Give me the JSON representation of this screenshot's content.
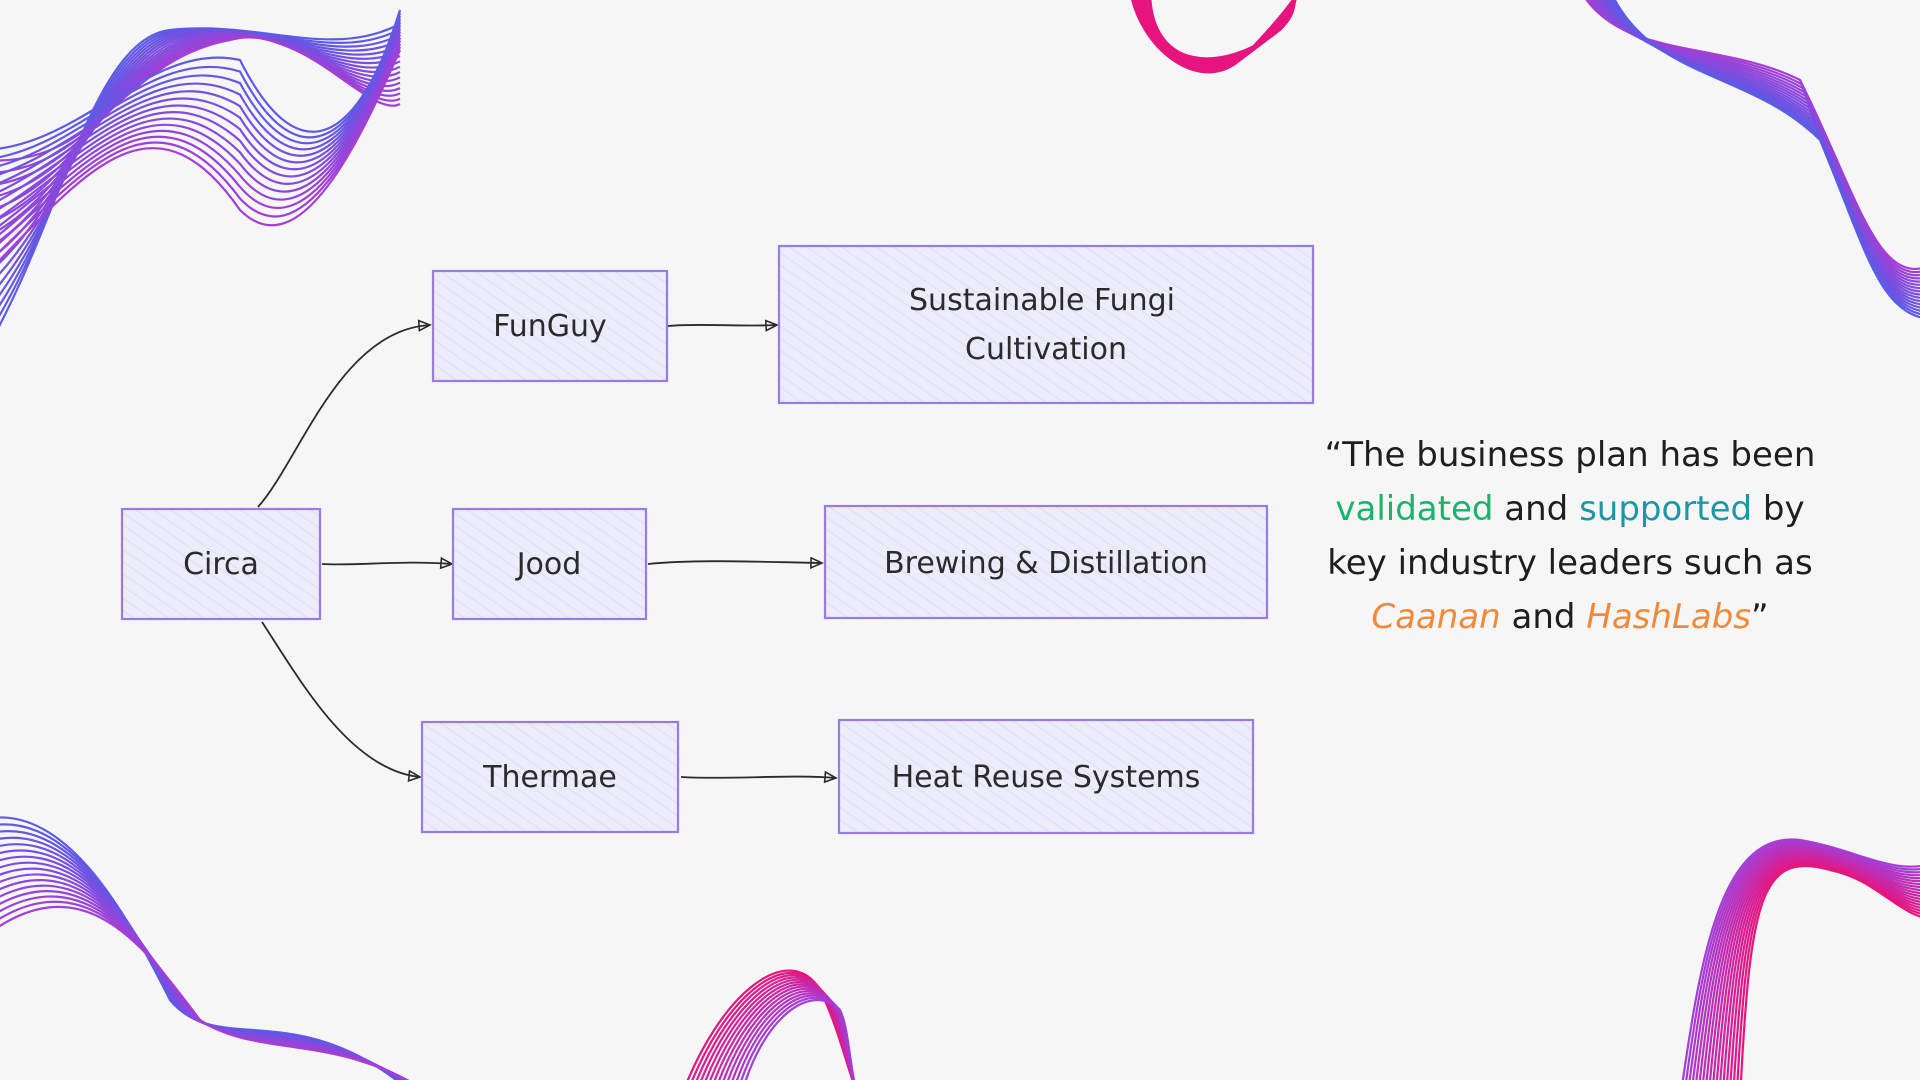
{
  "colors": {
    "background": "#f6f6f7",
    "node_fill": "#ececfb",
    "node_stroke": "#9b7be0",
    "arrow": "#2b2b2b",
    "wave_blue": "#5b5be6",
    "wave_purple": "#a43ed6",
    "wave_pink": "#e6157e",
    "quote_green": "#1bb36b",
    "quote_teal": "#1e96a8",
    "quote_orange": "#f08a3a"
  },
  "diagram": {
    "root": {
      "label": "Circa"
    },
    "branches": [
      {
        "company": "FunGuy",
        "activity": [
          "Sustainable Fungi",
          "Cultivation"
        ]
      },
      {
        "company": "Jood",
        "activity": [
          "Brewing & Distillation"
        ]
      },
      {
        "company": "Thermae",
        "activity": [
          "Heat Reuse Systems"
        ]
      }
    ]
  },
  "quote": {
    "open_mark": "“",
    "part1": "The business plan has been",
    "word_validated": "validated",
    "and1": "and",
    "word_supported": "supported",
    "part2": "by key industry leaders such as",
    "name1": "Caanan",
    "and2": "and",
    "name2": "HashLabs",
    "close_mark": "”"
  }
}
